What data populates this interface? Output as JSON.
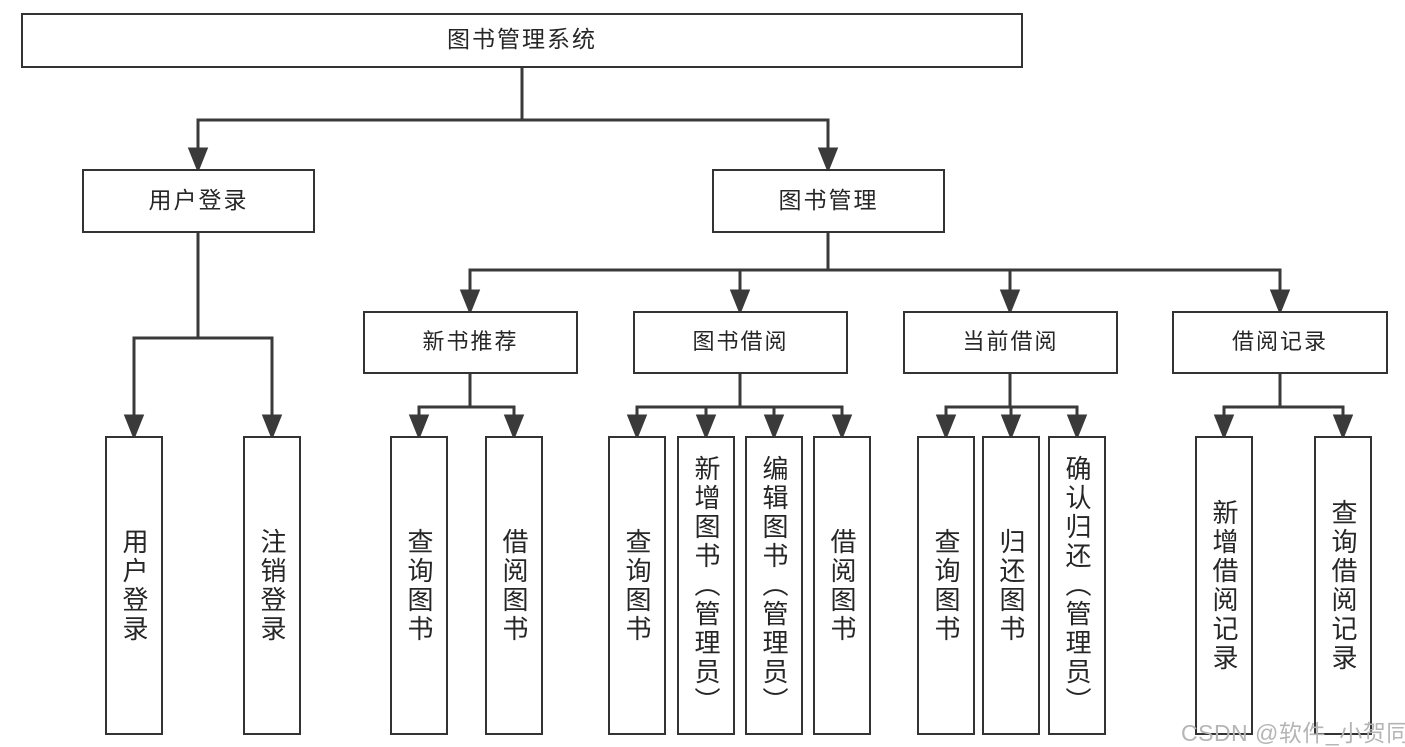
{
  "diagram": {
    "root": {
      "label": "图书管理系统"
    },
    "level2": [
      {
        "label": "用户登录",
        "children": [
          {
            "label": "用户登录"
          },
          {
            "label": "注销登录"
          }
        ]
      },
      {
        "label": "图书管理",
        "children": [
          {
            "label": "新书推荐",
            "children": [
              {
                "label": "查询图书"
              },
              {
                "label": "借阅图书"
              }
            ]
          },
          {
            "label": "图书借阅",
            "children": [
              {
                "label": "查询图书"
              },
              {
                "label": "新增图书（管理员）"
              },
              {
                "label": "编辑图书（管理员）"
              },
              {
                "label": "借阅图书"
              }
            ]
          },
          {
            "label": "当前借阅",
            "children": [
              {
                "label": "查询图书"
              },
              {
                "label": "归还图书"
              },
              {
                "label": "确认归还（管理员）"
              }
            ]
          },
          {
            "label": "借阅记录",
            "children": [
              {
                "label": "新增借阅记录"
              },
              {
                "label": "查询借阅记录"
              }
            ]
          }
        ]
      }
    ],
    "watermark": "CSDN @软件_小贺同学",
    "colors": {
      "line": "#3a3a3a",
      "border": "#333333",
      "text": "#262626",
      "watermark": "#b5b5b5",
      "background": "#ffffff"
    }
  }
}
